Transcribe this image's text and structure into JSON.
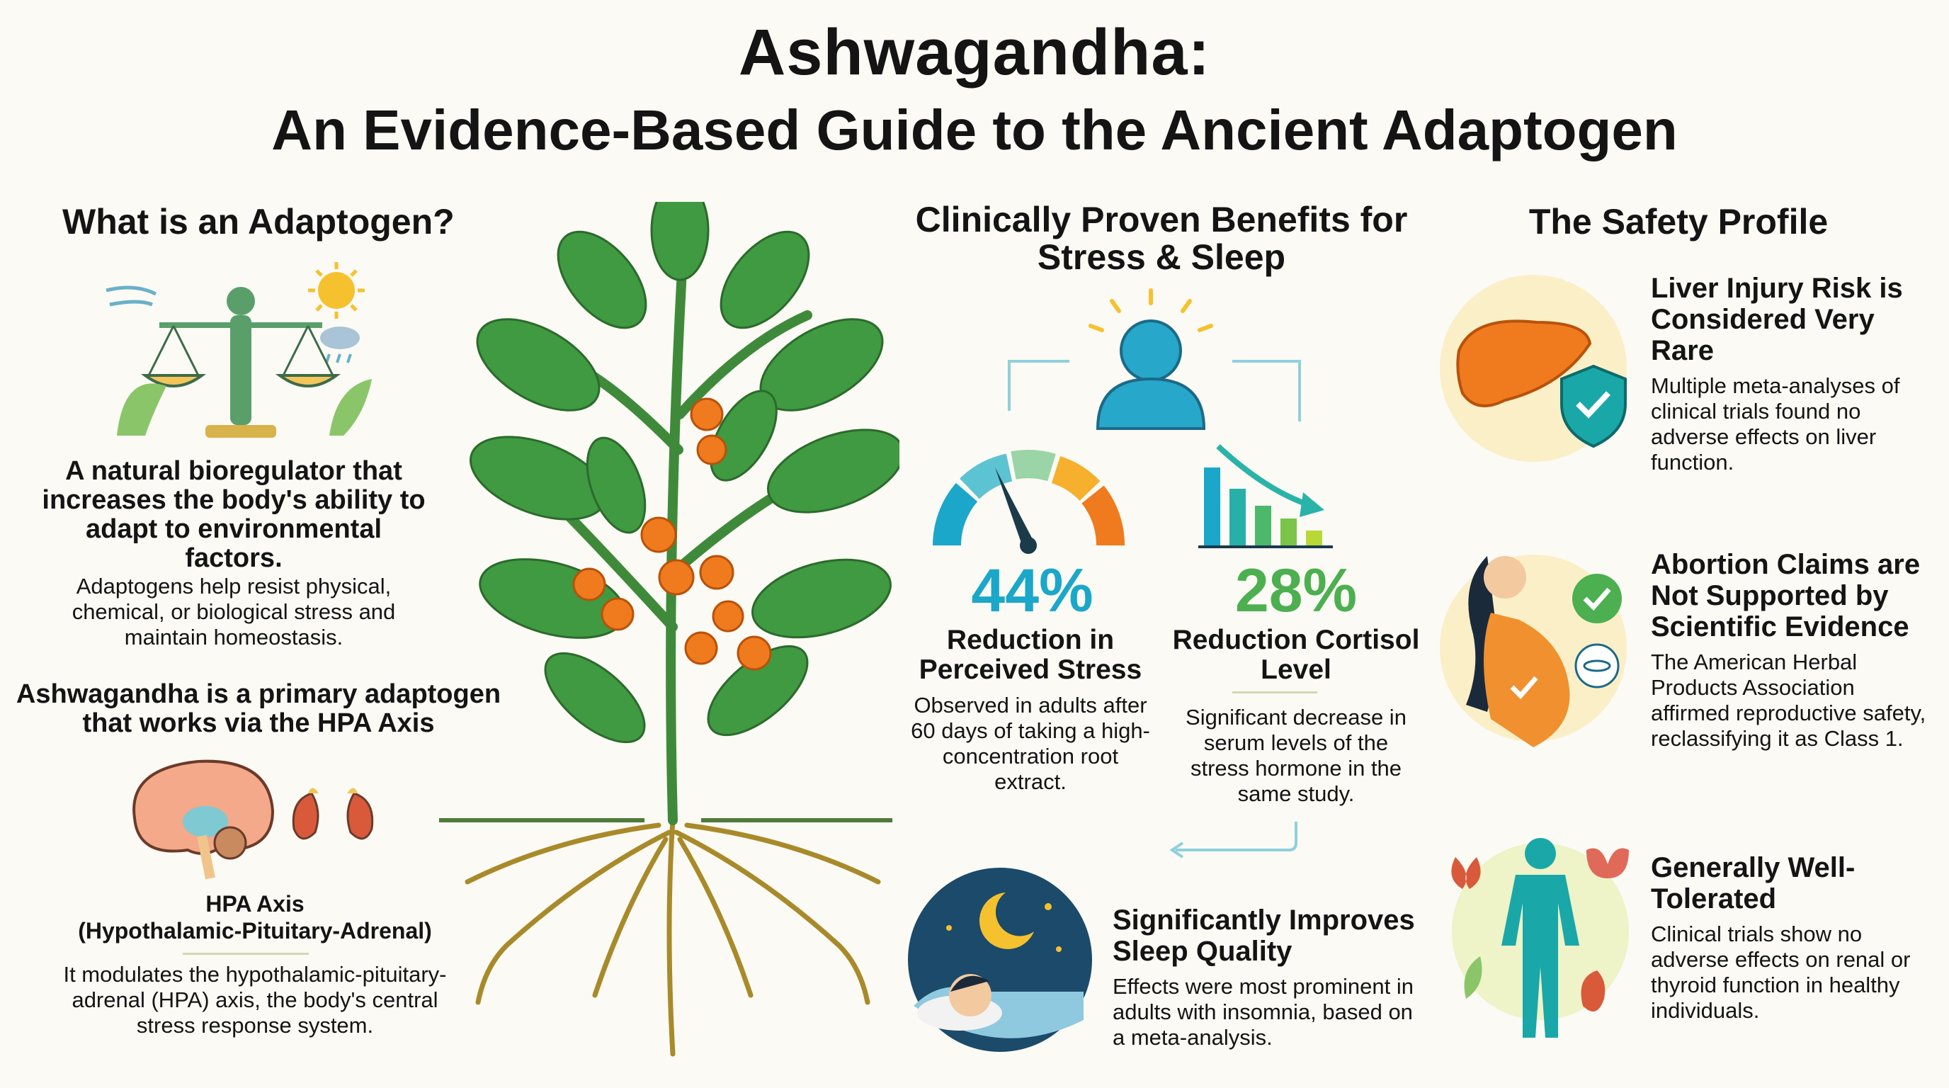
{
  "title": {
    "line1": "Ashwagandha:",
    "line2": "An Evidence-Based Guide to the Ancient Adaptogen"
  },
  "left": {
    "heading": "What is an Adaptogen?",
    "definition": "A natural bioregulator that increases the body's ability to adapt to environmental factors.",
    "description": "Adaptogens help resist physical, chemical, or biological stress and maintain homeostasis.",
    "primary": "Ashwagandha is a primary adaptogen that works via the HPA Axis",
    "hpa_title": "HPA Axis",
    "hpa_expansion": "(Hypothalamic-Pituitary-Adrenal)",
    "hpa_body": "It modulates the hypothalamic-pituitary-adrenal (HPA) axis, the body's central stress response system."
  },
  "middle": {
    "heading": "Clinically Proven Benefits for Stress & Sleep",
    "stress": {
      "value": "44%",
      "label": "Reduction in Perceived Stress",
      "body": "Observed in adults after 60 days of taking a high-concentration root extract.",
      "color": "#1aa7c9"
    },
    "cortisol": {
      "value": "28%",
      "label": "Reduction Cortisol Level",
      "body": "Significant decrease in serum levels of the stress hormone in the same study.",
      "color": "#4caf50"
    },
    "sleep": {
      "title": "Significantly Improves Sleep Quality",
      "body": "Effects were most prominent in adults with insomnia, based on a meta-analysis."
    }
  },
  "right": {
    "heading": "The Safety Profile",
    "items": [
      {
        "title": "Liver Injury Risk is Considered Very Rare",
        "body": "Multiple meta-analyses of clinical trials found no adverse effects on liver function.",
        "icon": "liver-shield-icon"
      },
      {
        "title": "Abortion Claims are Not Supported by Scientific Evidence",
        "body": "The American Herbal Products Association affirmed reproductive safety, reclassifying it as Class 1.",
        "icon": "pregnant-woman-icon"
      },
      {
        "title": "Generally Well-Tolerated",
        "body": "Clinical trials show no adverse effects on renal or thyroid function in healthy individuals.",
        "icon": "body-organs-icon"
      }
    ]
  }
}
